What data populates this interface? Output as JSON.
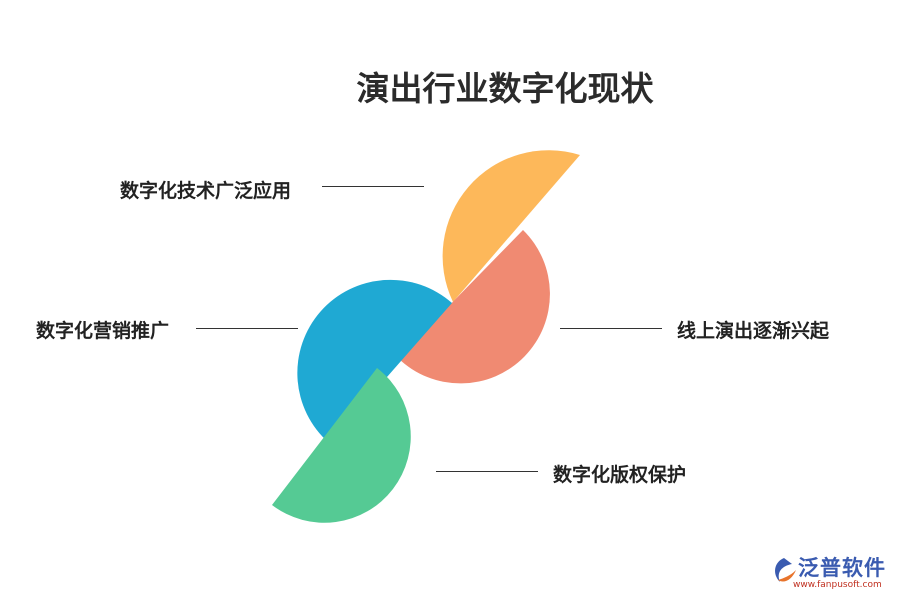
{
  "title": "演出行业数字化现状",
  "items": [
    {
      "label": "数字化技术广泛应用",
      "color": "#FDB85A"
    },
    {
      "label": "线上演出逐渐兴起",
      "color": "#F08A72"
    },
    {
      "label": "数字化营销推广",
      "color": "#1FA9D3"
    },
    {
      "label": "数字化版权保护",
      "color": "#55CA94"
    }
  ],
  "logo": {
    "name": "泛普软件",
    "url": "www.fanpusoft.com",
    "icon": "fanpu-logo-icon"
  }
}
